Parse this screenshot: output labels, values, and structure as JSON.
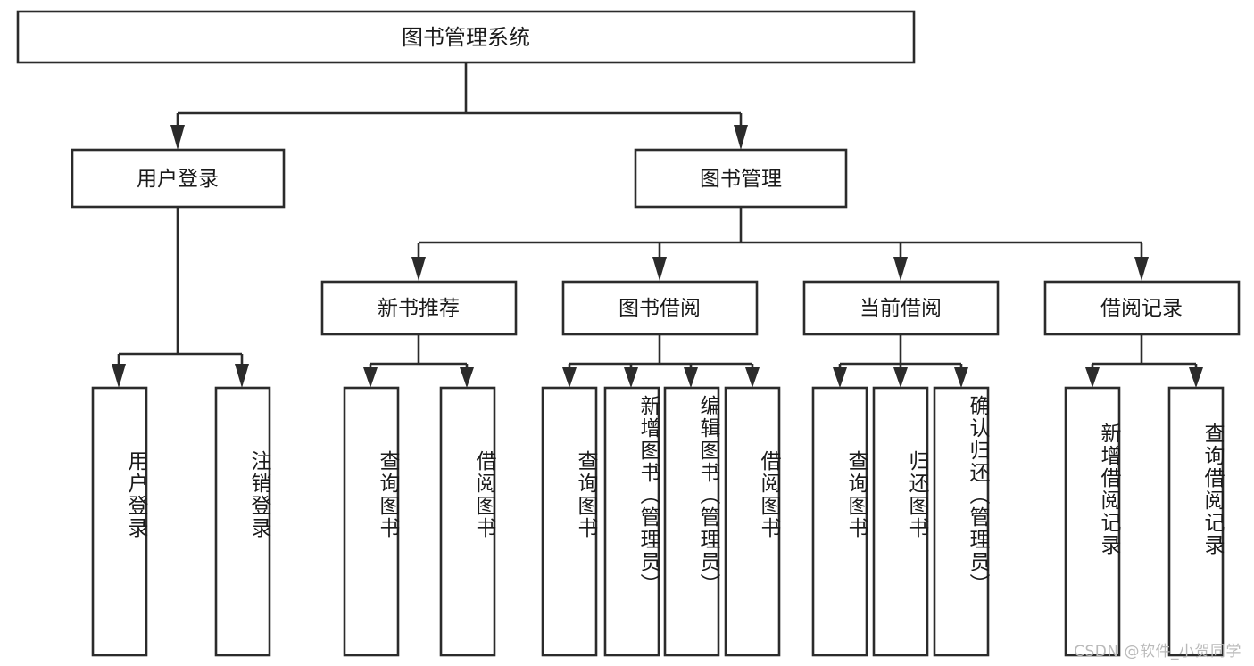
{
  "diagram": {
    "title": "图书管理系统",
    "watermark": "CSDN @软件_小贺同学",
    "colors": {
      "stroke": "#2b2b2b",
      "fill": "#ffffff",
      "text": "#1a1a1a",
      "watermark": "#b9b9b9",
      "background": "#ffffff"
    },
    "root": {
      "label": "图书管理系统"
    },
    "level2": [
      {
        "label": "用户登录"
      },
      {
        "label": "图书管理"
      }
    ],
    "level3": [
      {
        "label": "新书推荐"
      },
      {
        "label": "图书借阅"
      },
      {
        "label": "当前借阅"
      },
      {
        "label": "借阅记录"
      }
    ],
    "leaves": {
      "user_login": [
        {
          "label": "用户登录"
        },
        {
          "label": "注销登录"
        }
      ],
      "new_book_recommend": [
        {
          "label": "查询图书"
        },
        {
          "label": "借阅图书"
        }
      ],
      "book_borrow": [
        {
          "label": "查询图书"
        },
        {
          "label": "新增图书（管理员）"
        },
        {
          "label": "编辑图书（管理员）"
        },
        {
          "label": "借阅图书"
        }
      ],
      "current_borrow": [
        {
          "label": "查询图书"
        },
        {
          "label": "归还图书"
        },
        {
          "label": "确认归还（管理员）"
        }
      ],
      "borrow_records": [
        {
          "label": "新增借阅记录"
        },
        {
          "label": "查询借阅记录"
        }
      ]
    }
  }
}
